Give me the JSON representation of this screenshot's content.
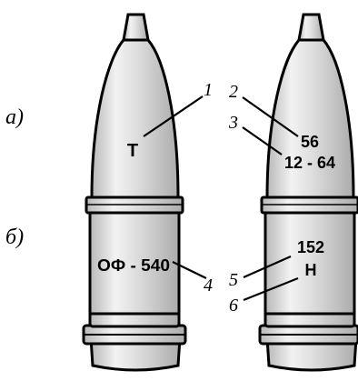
{
  "row_labels": {
    "top": "а)",
    "bottom": "б)"
  },
  "left_shell": {
    "nose_mark": "Т",
    "body_mark": "ОФ - 540",
    "callout_nose": "1",
    "callout_body": "4"
  },
  "right_shell": {
    "nose_line1": "56",
    "nose_line2": "12 - 64",
    "body_line1": "152",
    "body_line2": "Н",
    "callout_line1": "2",
    "callout_line2": "3",
    "callout_body1": "5",
    "callout_body2": "6"
  },
  "colors": {
    "fill": "#dcdcdc",
    "outline": "#000000",
    "highlight": "#f4f4f4",
    "shadow": "#b4b4b4"
  }
}
